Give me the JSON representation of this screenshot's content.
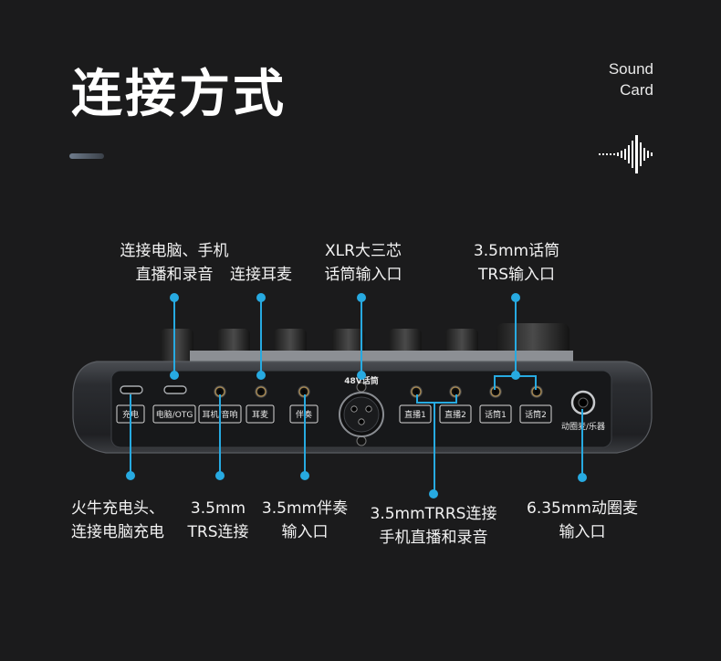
{
  "header": {
    "title": "连接方式",
    "brand_line1": "Sound",
    "brand_line2": "Card"
  },
  "callouts_top": {
    "usb": {
      "line1": "连接电脑、手机",
      "line2": "直播和录音"
    },
    "headset": {
      "line1": "连接耳麦"
    },
    "xlr": {
      "line1": "XLR大三芯",
      "line2": "话筒输入口"
    },
    "mic35": {
      "line1": "3.5mm话筒",
      "line2": "TRS输入口"
    }
  },
  "callouts_bottom": {
    "charge": {
      "line1": "火牛充电头、",
      "line2": "连接电脑充电"
    },
    "trs": {
      "line1": "3.5mm",
      "line2": "TRS连接"
    },
    "accomp": {
      "line1": "3.5mm伴奏",
      "line2": "输入口"
    },
    "trrs": {
      "line1": "3.5mmTRRS连接",
      "line2": "手机直播和录音"
    },
    "dynamic": {
      "line1": "6.35mm动圈麦",
      "line2": "输入口"
    }
  },
  "device_ports": {
    "charge": "充电",
    "pc_otg": "电脑/OTG",
    "earphone_monitor": "耳机/音响",
    "headset": "耳麦",
    "accompaniment": "伴奏",
    "phantom": "48V话筒",
    "live1": "直播1",
    "live2": "直播2",
    "mic1": "话筒1",
    "mic2": "话筒2",
    "dynamic_instrument": "动圈麦/乐器"
  },
  "colors": {
    "background": "#1b1b1c",
    "accent": "#27aae1",
    "device_body": "#2a2c30"
  }
}
